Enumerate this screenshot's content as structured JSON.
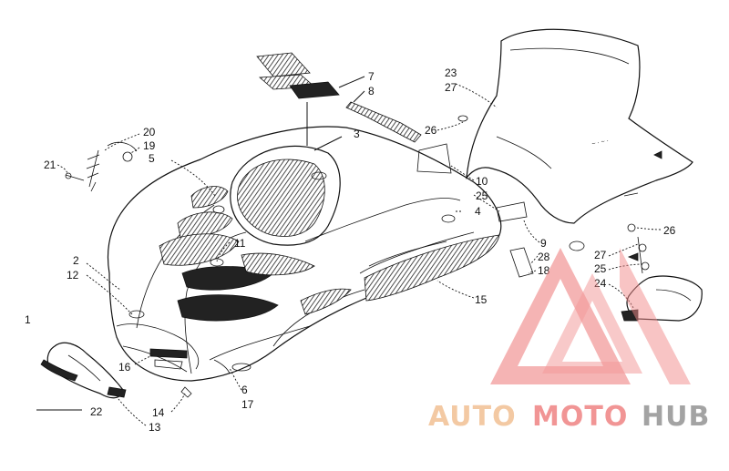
{
  "callouts": [
    {
      "id": "c1",
      "text": "1"
    },
    {
      "id": "c2",
      "text": "2"
    },
    {
      "id": "c3",
      "text": "3"
    },
    {
      "id": "c4",
      "text": "4"
    },
    {
      "id": "c5",
      "text": "5"
    },
    {
      "id": "c6",
      "text": "6"
    },
    {
      "id": "c7",
      "text": "7"
    },
    {
      "id": "c8",
      "text": "8"
    },
    {
      "id": "c9",
      "text": "9"
    },
    {
      "id": "c10",
      "text": "10"
    },
    {
      "id": "c11",
      "text": "11"
    },
    {
      "id": "c12",
      "text": "12"
    },
    {
      "id": "c13",
      "text": "13"
    },
    {
      "id": "c14",
      "text": "14"
    },
    {
      "id": "c15",
      "text": "15"
    },
    {
      "id": "c16",
      "text": "16"
    },
    {
      "id": "c17",
      "text": "17"
    },
    {
      "id": "c18",
      "text": "18"
    },
    {
      "id": "c19",
      "text": "19"
    },
    {
      "id": "c20",
      "text": "20"
    },
    {
      "id": "c21",
      "text": "21"
    },
    {
      "id": "c22",
      "text": "22"
    },
    {
      "id": "c23",
      "text": "23"
    },
    {
      "id": "c24",
      "text": "24"
    },
    {
      "id": "c25a",
      "text": "25"
    },
    {
      "id": "c25b",
      "text": "25"
    },
    {
      "id": "c26a",
      "text": "26"
    },
    {
      "id": "c26b",
      "text": "26"
    },
    {
      "id": "c27a",
      "text": "27"
    },
    {
      "id": "c27b",
      "text": "27"
    },
    {
      "id": "c28",
      "text": "28"
    }
  ],
  "watermark": {
    "part1": "AUTO",
    "part2": "MOTO",
    "part3": "HUB",
    "colors": {
      "auto": "#f2c49a",
      "moto": "#f08a8a",
      "hub": "#9a9a9a",
      "triangle": "#f08a8a"
    }
  }
}
